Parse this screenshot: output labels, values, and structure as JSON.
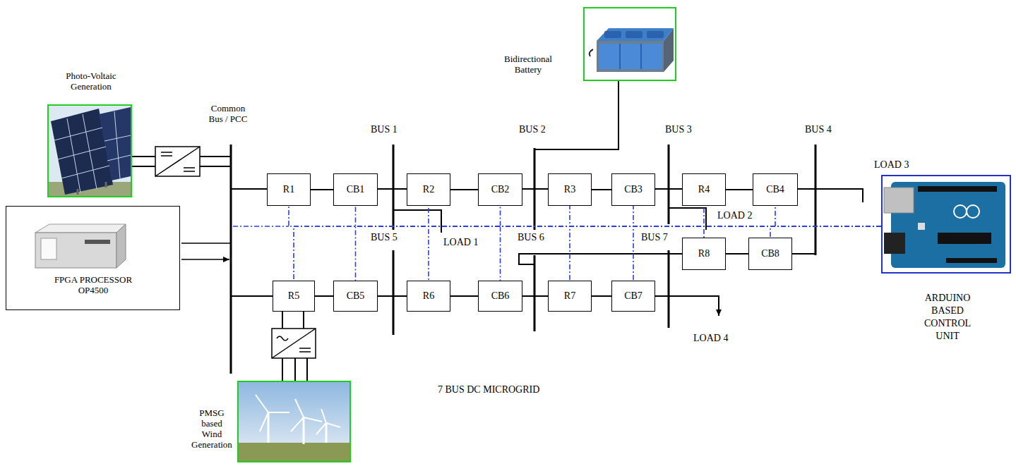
{
  "diagram": {
    "caption": "7 BUS DC MICROGRID",
    "nodes": [
      {
        "text": [
          "Photo-Voltaic Generation"
        ]
      },
      {
        "text": [
          "Bidirectional Battery"
        ]
      },
      {
        "text": [
          "FPGA PROCESSOR OP4500"
        ]
      },
      {
        "text": [
          "R1"
        ]
      },
      {
        "text": [
          "CB1"
        ]
      },
      {
        "text": [
          "R2"
        ]
      },
      {
        "text": [
          "CB2"
        ]
      },
      {
        "text": [
          "R3"
        ]
      },
      {
        "text": [
          "CB3"
        ]
      },
      {
        "text": [
          "R4"
        ]
      },
      {
        "text": [
          "CB4"
        ]
      },
      {
        "text": [
          "ARDUINO BASED CONTROL UNIT"
        ]
      },
      {
        "text": [
          "R8"
        ]
      },
      {
        "text": [
          "CB8"
        ]
      },
      {
        "text": [
          "R5"
        ]
      },
      {
        "text": [
          "CB5"
        ]
      },
      {
        "text": [
          "R6"
        ]
      },
      {
        "text": [
          "CB6"
        ]
      },
      {
        "text": [
          "R7"
        ]
      },
      {
        "text": [
          "CB7"
        ]
      },
      {
        "text": [
          "PMSG based Wind Generation"
        ]
      }
    ],
    "edges": [
      {
        "from": 3,
        "to": 4,
        "arrow": "none"
      },
      {
        "from": 5,
        "to": 6,
        "arrow": "none"
      },
      {
        "from": 7,
        "to": 8,
        "arrow": "none"
      },
      {
        "from": 9,
        "to": 10,
        "arrow": "none"
      },
      {
        "from": 12,
        "to": 13,
        "arrow": "none"
      },
      {
        "from": 14,
        "to": 15,
        "arrow": "none"
      },
      {
        "from": 16,
        "to": 17,
        "arrow": "none"
      },
      {
        "from": 18,
        "to": 19,
        "arrow": "none"
      },
      {
        "from": 3,
        "to": 11,
        "arrow": "none"
      },
      {
        "from": 4,
        "to": 11,
        "arrow": "none"
      },
      {
        "from": 5,
        "to": 11,
        "arrow": "none"
      },
      {
        "from": 6,
        "to": 11,
        "arrow": "none"
      },
      {
        "from": 7,
        "to": 11,
        "arrow": "none"
      },
      {
        "from": 8,
        "to": 11,
        "arrow": "none"
      },
      {
        "from": 9,
        "to": 11,
        "arrow": "none"
      },
      {
        "from": 10,
        "to": 11,
        "arrow": "none"
      },
      {
        "from": 12,
        "to": 11,
        "arrow": "none"
      },
      {
        "from": 13,
        "to": 11,
        "arrow": "none"
      },
      {
        "from": 14,
        "to": 11,
        "arrow": "none"
      },
      {
        "from": 15,
        "to": 11,
        "arrow": "none"
      },
      {
        "from": 16,
        "to": 11,
        "arrow": "none"
      },
      {
        "from": 17,
        "to": 11,
        "arrow": "none"
      },
      {
        "from": 18,
        "to": 11,
        "arrow": "none"
      },
      {
        "from": 19,
        "to": 11,
        "arrow": "none"
      },
      {
        "from": 20,
        "to": 14,
        "arrow": "none"
      }
    ],
    "labels": [
      "Common Bus / PCC",
      "BUS 1",
      "BUS 2",
      "BUS 3",
      "BUS 4",
      "LOAD 3",
      "BUS 5",
      "LOAD 1",
      "BUS 6",
      "BUS 7",
      "LOAD 2",
      "LOAD 4"
    ]
  }
}
